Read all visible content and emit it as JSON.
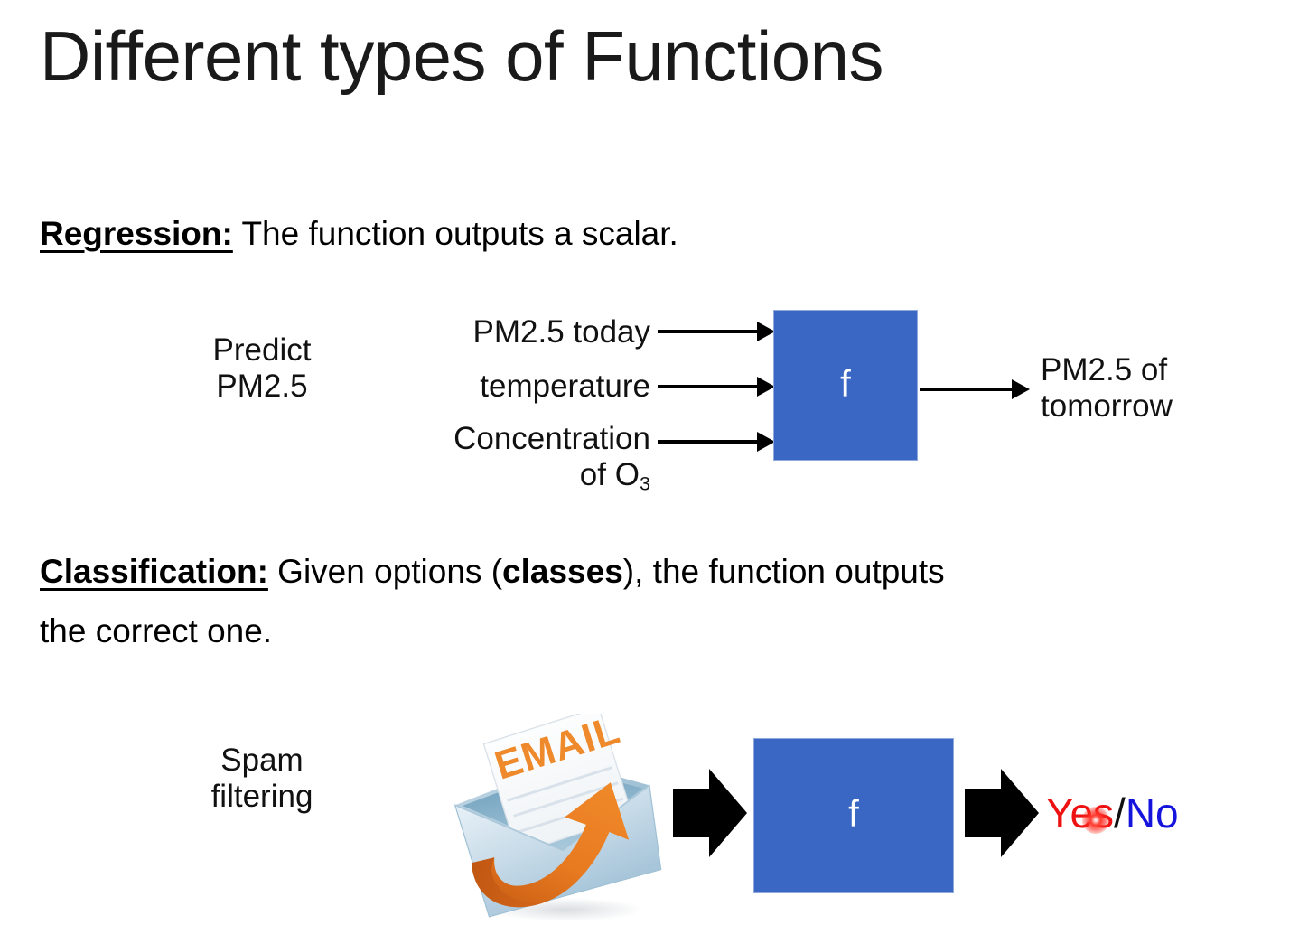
{
  "slide": {
    "title": "Different types of Functions",
    "background_color": "#ffffff"
  },
  "regression": {
    "lead": "Regression:",
    "rest": " The function outputs a scalar.",
    "task_label_line1": "Predict",
    "task_label_line2": "PM2.5",
    "inputs": [
      "PM2.5 today",
      "temperature",
      "Concentration"
    ],
    "input_3_continuation": "of O",
    "input_3_subscript": "3",
    "function_label": "f",
    "output_line1": "PM2.5 of",
    "output_line2": "tomorrow",
    "box_color": "#3A67C3"
  },
  "classification": {
    "lead": "Classification:",
    "rest_part1": " Given options (",
    "emphasis": "classes",
    "rest_part2": "), the function outputs",
    "line2": "the correct one.",
    "task_label_line1": "Spam",
    "task_label_line2": "filtering",
    "email_icon_text": "EMAIL",
    "function_label": "f",
    "output_yes": "Yes",
    "output_separator": "/",
    "output_no": "No",
    "box_color": "#3A67C3",
    "yes_color": "#EE1111",
    "no_color": "#1414DD",
    "email_orange": "#DD6B1E",
    "envelope_blue": "#CBDCE8"
  }
}
